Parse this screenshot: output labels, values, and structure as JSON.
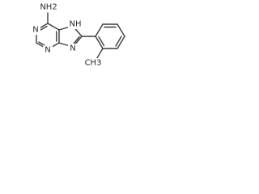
{
  "molecule": {
    "labels": {
      "amino_group": "NH2",
      "n1": "N",
      "n3": "N",
      "n7": "NH",
      "n9": "N",
      "methyl": "CH3"
    }
  }
}
